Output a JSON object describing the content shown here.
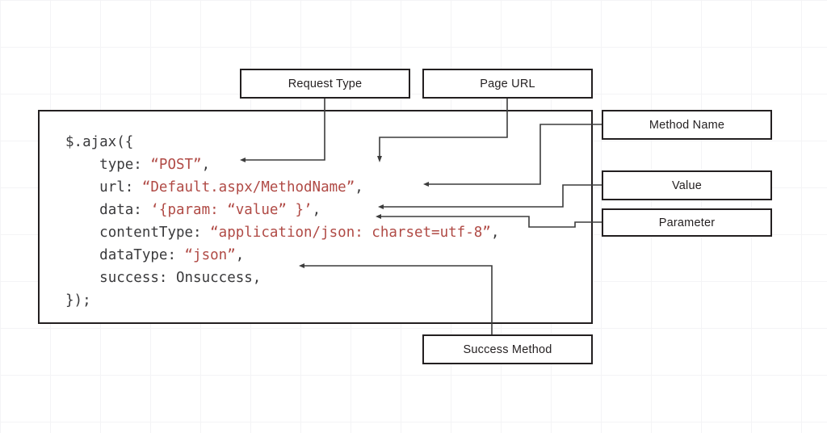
{
  "diagram": {
    "title_hidden": "",
    "colors": {
      "box_border": "#231f20",
      "connector": "#3c3c3c",
      "code_text": "#3a3a3c",
      "string_literal": "#b04a45",
      "background": "#ffffff",
      "grid": "#f4f4f6"
    }
  },
  "callouts": {
    "request_type": "Request Type",
    "page_url": "Page URL",
    "method_name": "Method Name",
    "value": "Value",
    "parameter": "Parameter",
    "success_method": "Success Method"
  },
  "code": {
    "language": "javascript",
    "lines": [
      {
        "id": "line-open",
        "indent": 0,
        "segments": [
          {
            "text": "$.ajax({",
            "kind": "plain"
          }
        ]
      },
      {
        "id": "line-type",
        "indent": 4,
        "segments": [
          {
            "text": "type: ",
            "kind": "plain"
          },
          {
            "text": "“POST”",
            "kind": "string"
          },
          {
            "text": ",",
            "kind": "plain"
          }
        ]
      },
      {
        "id": "line-url",
        "indent": 4,
        "segments": [
          {
            "text": "url: ",
            "kind": "plain"
          },
          {
            "text": "“Default.aspx/MethodName”",
            "kind": "string"
          },
          {
            "text": ",",
            "kind": "plain"
          }
        ]
      },
      {
        "id": "line-data",
        "indent": 4,
        "segments": [
          {
            "text": "data: ",
            "kind": "plain"
          },
          {
            "text": "‘{param: “value” }’",
            "kind": "string"
          },
          {
            "text": ",",
            "kind": "plain"
          }
        ]
      },
      {
        "id": "line-contenttype",
        "indent": 4,
        "segments": [
          {
            "text": "contentType: ",
            "kind": "plain"
          },
          {
            "text": "“application/json: charset=utf-8”",
            "kind": "string"
          },
          {
            "text": ",",
            "kind": "plain"
          }
        ]
      },
      {
        "id": "line-datatype",
        "indent": 4,
        "segments": [
          {
            "text": "dataType: ",
            "kind": "plain"
          },
          {
            "text": "“json”",
            "kind": "string"
          },
          {
            "text": ",",
            "kind": "plain"
          }
        ]
      },
      {
        "id": "line-success",
        "indent": 4,
        "segments": [
          {
            "text": "success: Onsuccess,",
            "kind": "plain"
          }
        ]
      },
      {
        "id": "line-close",
        "indent": 0,
        "segments": [
          {
            "text": "});",
            "kind": "plain"
          }
        ]
      }
    ]
  },
  "connections": [
    {
      "from": "request-type",
      "to": "line-type",
      "label": "Request Type"
    },
    {
      "from": "page-url",
      "to": "line-url",
      "label": "Page URL"
    },
    {
      "from": "method-name",
      "to": "line-url",
      "label": "Method Name"
    },
    {
      "from": "value",
      "to": "line-data",
      "label": "Value"
    },
    {
      "from": "parameter",
      "to": "line-data",
      "label": "Parameter"
    },
    {
      "from": "success-method",
      "to": "line-success",
      "label": "Success Method"
    }
  ]
}
